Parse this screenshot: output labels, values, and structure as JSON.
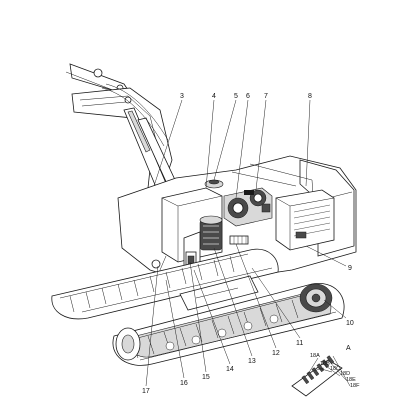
{
  "diagram": {
    "callouts": [
      "3",
      "4",
      "5",
      "6",
      "7",
      "8",
      "9",
      "10",
      "11",
      "12",
      "13",
      "14",
      "15",
      "16",
      "17"
    ],
    "detail_view": {
      "label": "A",
      "sub_callouts": [
        "18A",
        "18B",
        "18C",
        "18D",
        "18E",
        "18F"
      ]
    }
  },
  "colors": {
    "line": "#1a1a1a",
    "shade": "#d9d9d9",
    "component_dark": "#4a4a4a"
  }
}
